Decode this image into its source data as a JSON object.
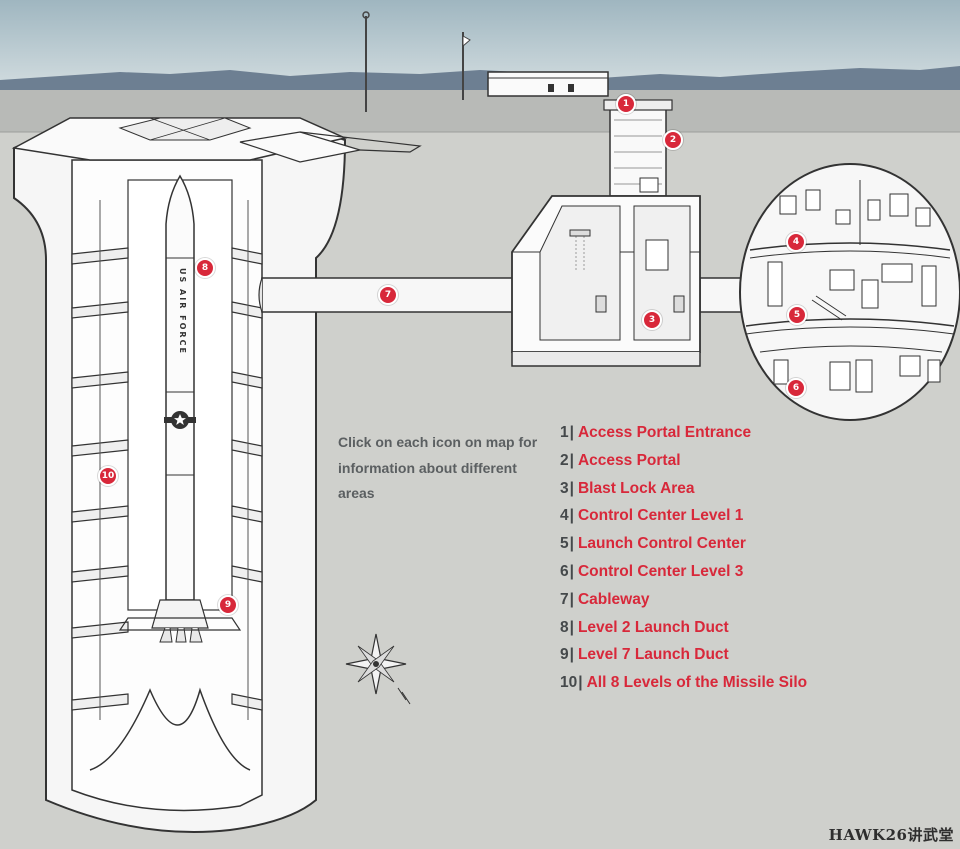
{
  "instructions": "Click on each icon on map for information about different areas",
  "legend": [
    {
      "num": "1",
      "label": "Access Portal Entrance"
    },
    {
      "num": "2",
      "label": "Access Portal"
    },
    {
      "num": "3",
      "label": "Blast Lock Area"
    },
    {
      "num": "4",
      "label": "Control Center Level 1"
    },
    {
      "num": "5",
      "label": "Launch Control Center"
    },
    {
      "num": "6",
      "label": "Control Center Level 3"
    },
    {
      "num": "7",
      "label": "Cableway"
    },
    {
      "num": "8",
      "label": "Level 2 Launch Duct"
    },
    {
      "num": "9",
      "label": "Level 7 Launch Duct"
    },
    {
      "num": "10",
      "label": "All 8 Levels of the Missile Silo"
    }
  ],
  "markers": [
    "1",
    "2",
    "3",
    "4",
    "5",
    "6",
    "7",
    "8",
    "9",
    "10"
  ],
  "separator": "|",
  "missile_text": "US AIR FORCE",
  "watermark": "HAWK26讲武堂",
  "colors": {
    "accent": "#d8283a",
    "ground": "#cfd0cc",
    "sky": "#b9cdd3",
    "mountains": "#6d7f92",
    "line": "#3a3a3a"
  }
}
